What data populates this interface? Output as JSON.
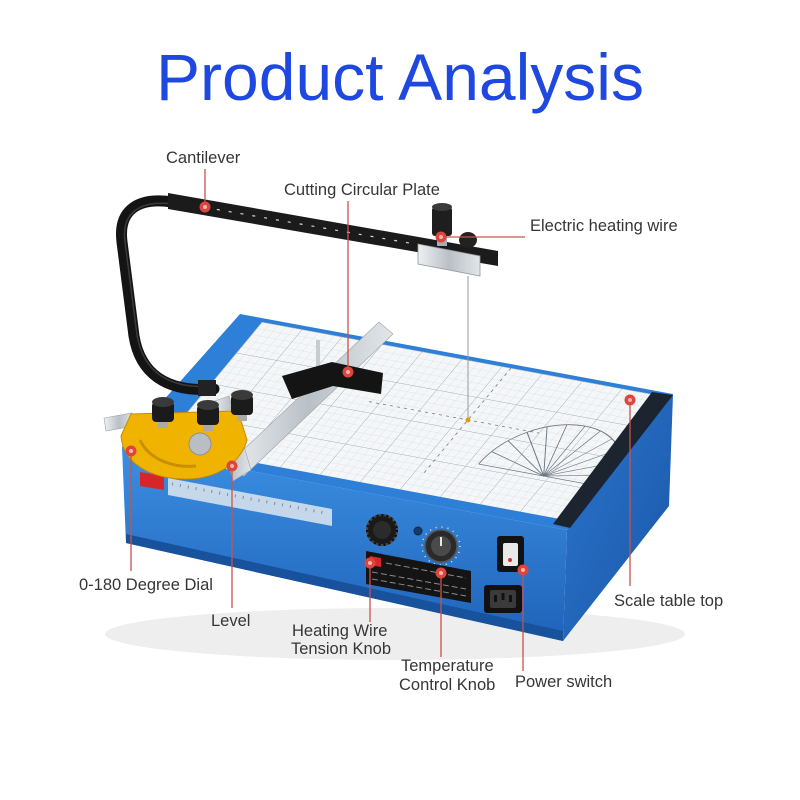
{
  "title": "Product Analysis",
  "colors": {
    "title": "#1f48e0",
    "label_text": "#363636",
    "leader_line": "#c9534b",
    "body_blue": "#2e7fd8",
    "dial_yellow": "#f0b400"
  },
  "labels": {
    "cantilever": "Cantilever",
    "cutting_circular_plate": "Cutting Circular Plate",
    "electric_heating_wire": "Electric heating wire",
    "degree_dial": "0-180 Degree Dial",
    "level": "Level",
    "tension_knob": [
      "Heating Wire",
      "Tension Knob"
    ],
    "temperature_knob": [
      "Temperature",
      "Control Knob"
    ],
    "power_switch": "Power switch",
    "scale_table_top": "Scale table top"
  }
}
